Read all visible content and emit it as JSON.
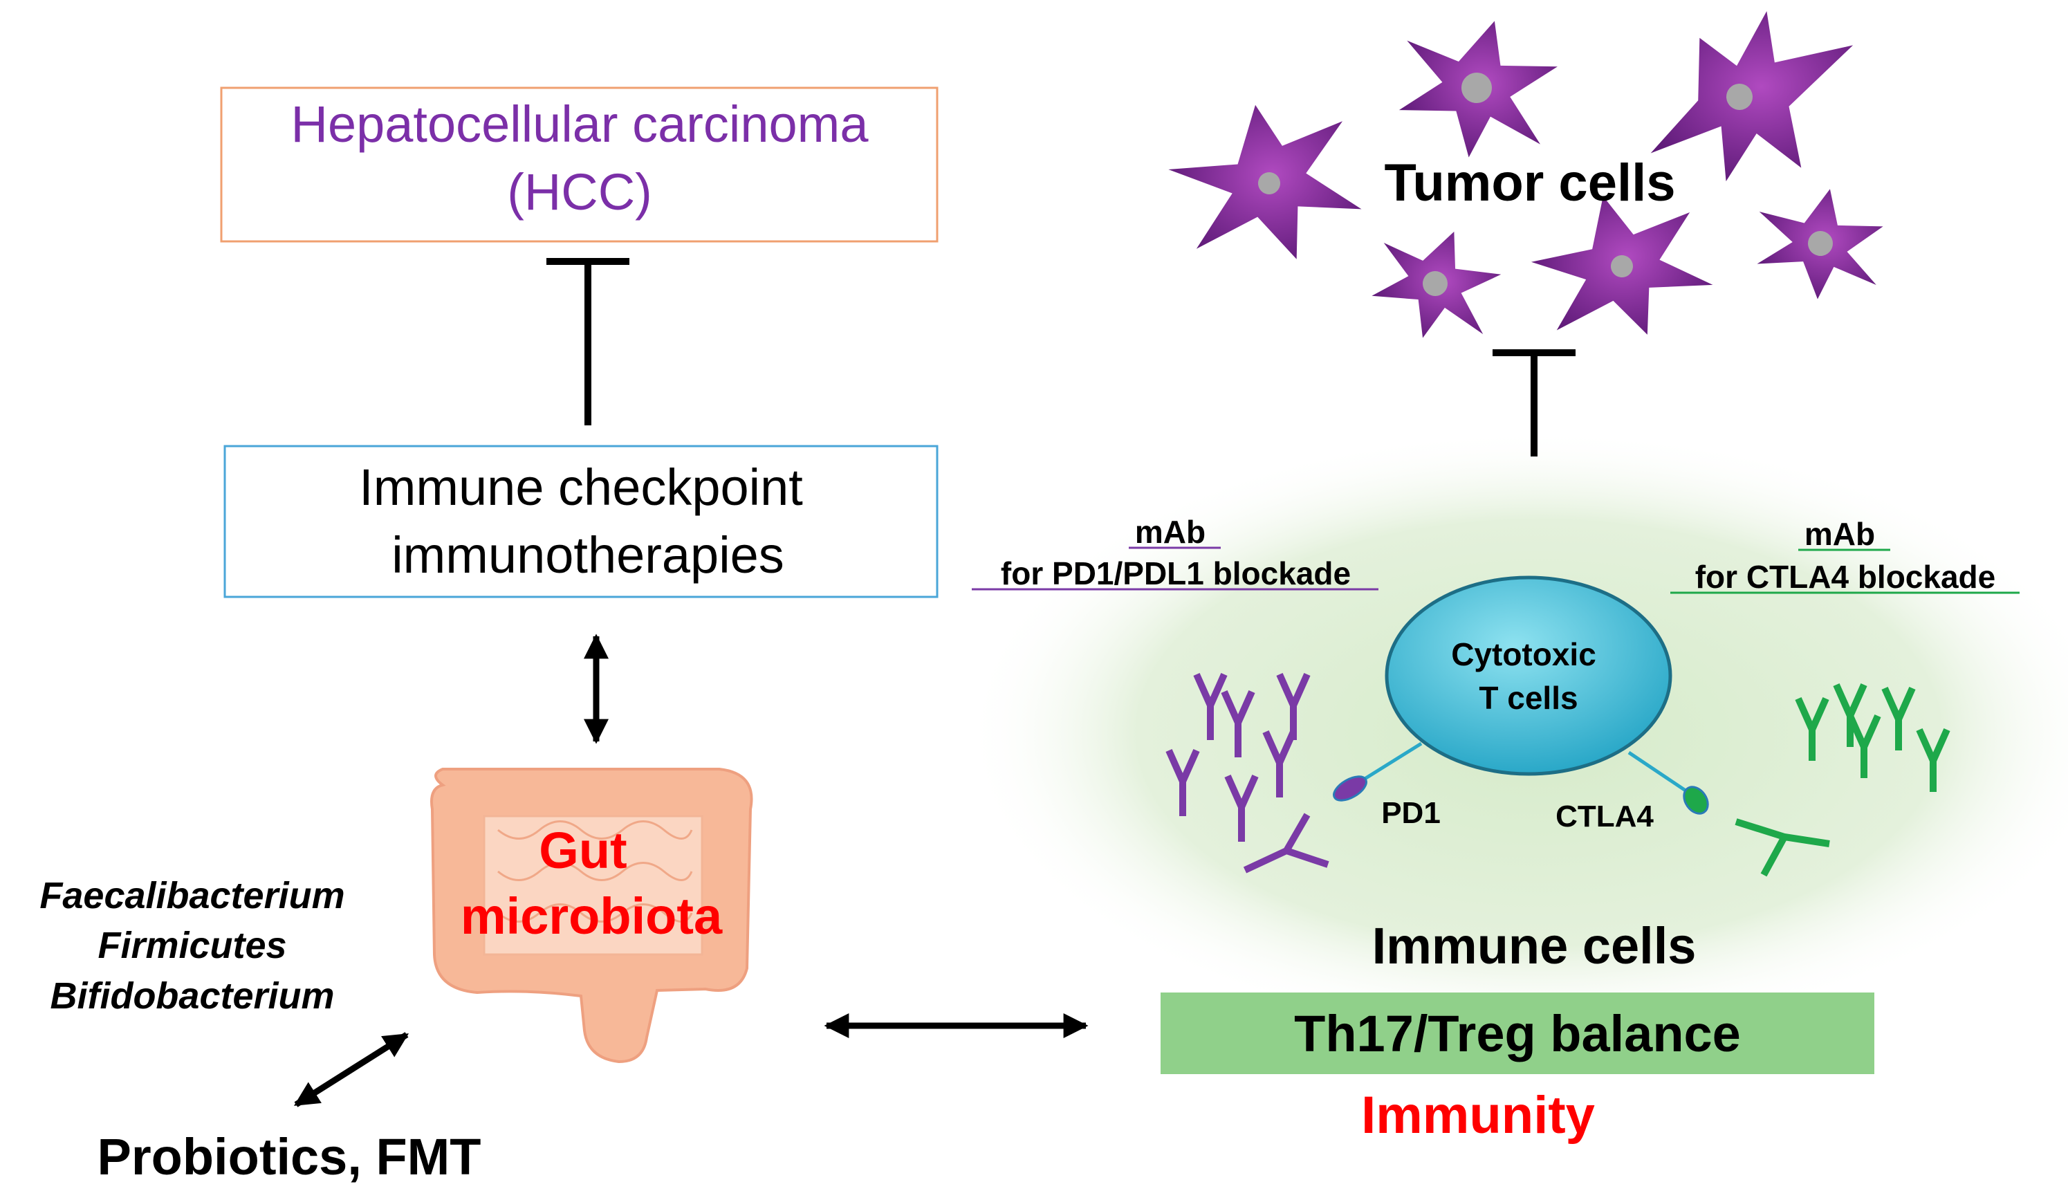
{
  "hcc": {
    "line1": "Hepatocellular carcinoma",
    "line2": "(HCC)"
  },
  "ici": {
    "line1": "Immune checkpoint",
    "line2": "immunotherapies"
  },
  "gut": {
    "line1": "Gut",
    "line2": "microbiota"
  },
  "bacteria": [
    "Faecalibacterium",
    "Firmicutes",
    "Bifidobacterium"
  ],
  "probiotics": "Probiotics, FMT",
  "tumor_label": "Tumor cells",
  "mab_left": {
    "line1": "mAb",
    "line2": "for PD1/PDL1 blockade"
  },
  "mab_right": {
    "line1": "mAb",
    "line2": "for CTLA4 blockade"
  },
  "tcell": {
    "line1": "Cytotoxic",
    "line2": "T cells"
  },
  "receptors": {
    "pd1": "PD1",
    "ctla4": "CTLA4"
  },
  "immune_cells": "Immune cells",
  "th17": "Th17/Treg balance",
  "immunity": "Immunity",
  "colors": {
    "hcc_text": "#7b2fa8",
    "hcc_border": "#f0a070",
    "ici_border": "#4aa6d8",
    "gut_text": "#ff0000",
    "immunity_text": "#ff0000",
    "antibody_purple": "#7a3aa6",
    "antibody_green": "#1ea84a",
    "tumor": "#8a2a9a",
    "tcell": "#3fc0d8",
    "th17_box": "#90d08a",
    "ellipse": "#e2efd9"
  }
}
